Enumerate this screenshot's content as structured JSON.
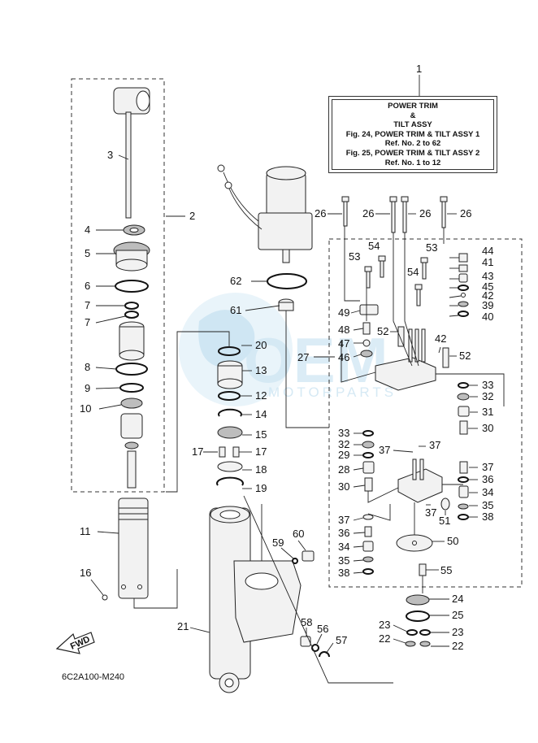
{
  "info_box": {
    "ref": "1",
    "line1": "POWER TRIM",
    "line2": "&",
    "line3": "TILT ASSY",
    "line4": "Fig. 24, POWER TRIM & TILT ASSY 1",
    "line5": "Ref. No. 2 to 62",
    "line6": "Fig. 25, POWER TRIM & TILT ASSY 2",
    "line7": "Ref. No. 1 to 12"
  },
  "diagram_code": "6C2A100-M240",
  "fwd_label": "FWD",
  "watermark": {
    "logo": "OEM",
    "sub": "MOTORPARTS"
  },
  "callouts": [
    "1",
    "2",
    "3",
    "4",
    "5",
    "6",
    "7",
    "7",
    "8",
    "9",
    "10",
    "11",
    "16",
    "62",
    "61",
    "20",
    "13",
    "12",
    "14",
    "15",
    "17",
    "17",
    "18",
    "19",
    "21",
    "59",
    "60",
    "58",
    "56",
    "57",
    "26",
    "26",
    "26",
    "26",
    "53",
    "54",
    "53",
    "54",
    "44",
    "41",
    "43",
    "45",
    "42",
    "39",
    "40",
    "49",
    "48",
    "47",
    "46",
    "27",
    "52",
    "42",
    "52",
    "33",
    "32",
    "31",
    "30",
    "33",
    "32",
    "29",
    "28",
    "30",
    "37",
    "37",
    "37",
    "36",
    "34",
    "35",
    "38",
    "51",
    "37",
    "37",
    "36",
    "34",
    "35",
    "38",
    "50",
    "55",
    "24",
    "25",
    "23",
    "23",
    "22",
    "22"
  ]
}
